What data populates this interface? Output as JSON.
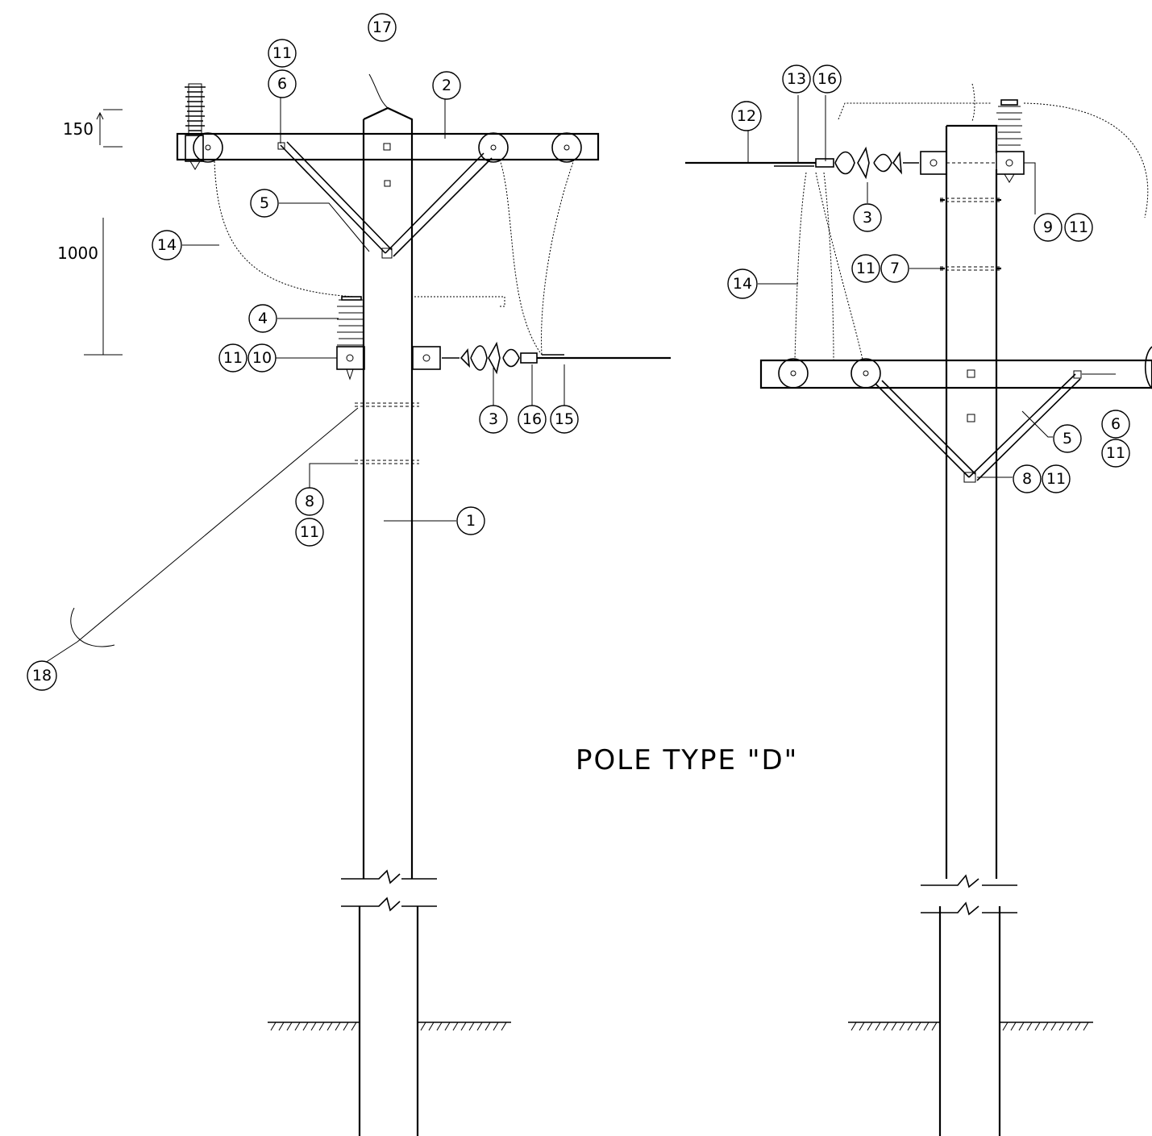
{
  "title": "POLE TYPE \"D\"",
  "dimensions": {
    "top": "150",
    "middle": "1000"
  },
  "left_view": {
    "callouts": [
      "17",
      "11",
      "6",
      "2",
      "5",
      "14",
      "4",
      "11",
      "10",
      "3",
      "16",
      "15",
      "8",
      "11",
      "1",
      "18"
    ]
  },
  "right_view": {
    "callouts": [
      "13",
      "16",
      "12",
      "3",
      "9",
      "11",
      "11",
      "7",
      "14",
      "6",
      "5",
      "11",
      "8",
      "11"
    ]
  }
}
